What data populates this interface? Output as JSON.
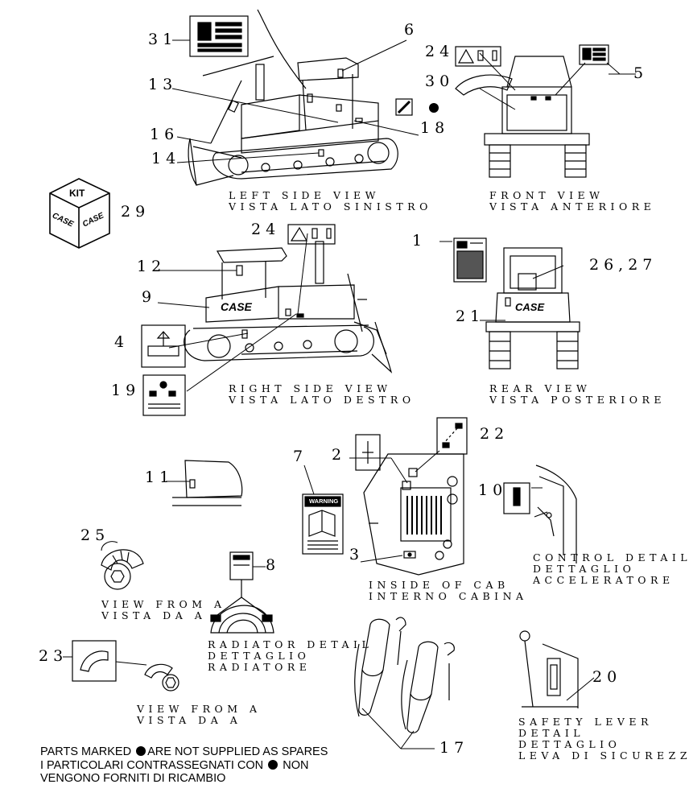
{
  "callouts": {
    "c1": "1",
    "c2": "2",
    "c3": "3",
    "c4": "4",
    "c5": "5",
    "c6": "6",
    "c7": "7",
    "c8": "8",
    "c9": "9",
    "c10": "10",
    "c11": "11",
    "c12": "12",
    "c13": "13",
    "c14": "14",
    "c16": "16",
    "c17": "17",
    "c18": "18",
    "c19": "19",
    "c20": "20",
    "c21": "21",
    "c22": "22",
    "c23": "23",
    "c24a": "24",
    "c24b": "24",
    "c25": "25",
    "c2627": "26,27",
    "c29": "29",
    "c30": "30",
    "c31": "31"
  },
  "views": {
    "left_side": [
      "LEFT SIDE VIEW",
      "VISTA LATO SINISTRO"
    ],
    "front": [
      "FRONT VIEW",
      "VISTA ANTERIORE"
    ],
    "right_side": [
      "RIGHT SIDE VIEW",
      "VISTA LATO DESTRO"
    ],
    "rear": [
      "REAR VIEW",
      "VISTA POSTERIORE"
    ],
    "cab_inside": [
      "INSIDE OF CAB",
      "INTERNO CABINA"
    ],
    "control": [
      "CONTROL DETAIL",
      "DETTAGLIO",
      "ACCELERATORE"
    ],
    "view_from_a": [
      "VIEW FROM A",
      "VISTA DA A"
    ],
    "radiator": [
      "RADIATOR DETAIL",
      "DETTAGLIO",
      "RADIATORE"
    ],
    "view_from_aa": [
      "VIEW FROM A",
      "VISTA DA A"
    ],
    "safety_lever": [
      "SAFETY LEVER",
      "DETAIL",
      "DETTAGLIO",
      "LEVA DI SICUREZZA"
    ]
  },
  "kit_box": {
    "top": "KIT",
    "side": "CASE"
  },
  "brand": "CASE",
  "warning_title": "WARNING",
  "note": {
    "line1_a": "PARTS MARKED",
    "line1_b": "ARE NOT SUPPLIED AS SPARES",
    "line2_a": "I PARTICOLARI CONTRASSEGNATI CON",
    "line2_b": "NON",
    "line3": "VENGONO FORNITI DI RICAMBIO"
  }
}
